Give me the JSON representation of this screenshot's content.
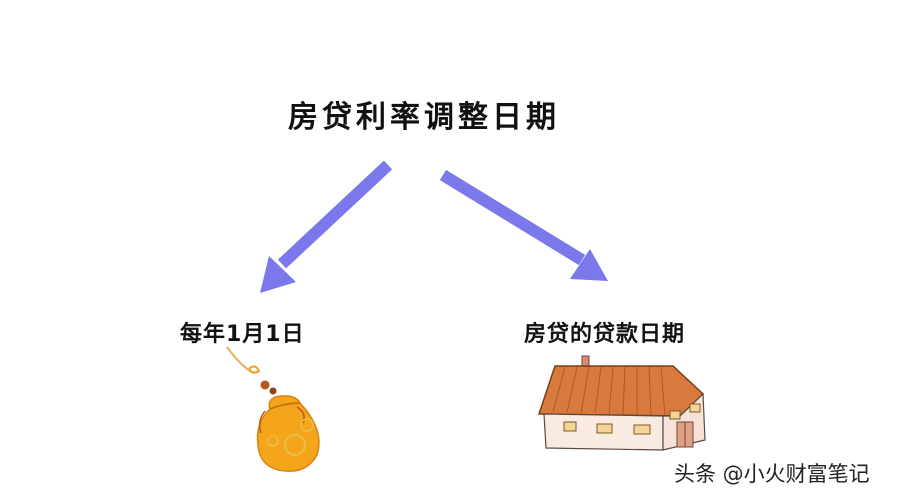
{
  "diagram": {
    "title": "房贷利率调整日期",
    "branches": [
      {
        "label": "每年1月1日",
        "icon": "lucky-pouch-icon"
      },
      {
        "label": "房贷的贷款日期",
        "icon": "house-icon"
      }
    ],
    "arrow_color": "#7b78ec"
  },
  "watermark": "头条 @小火财富笔记"
}
